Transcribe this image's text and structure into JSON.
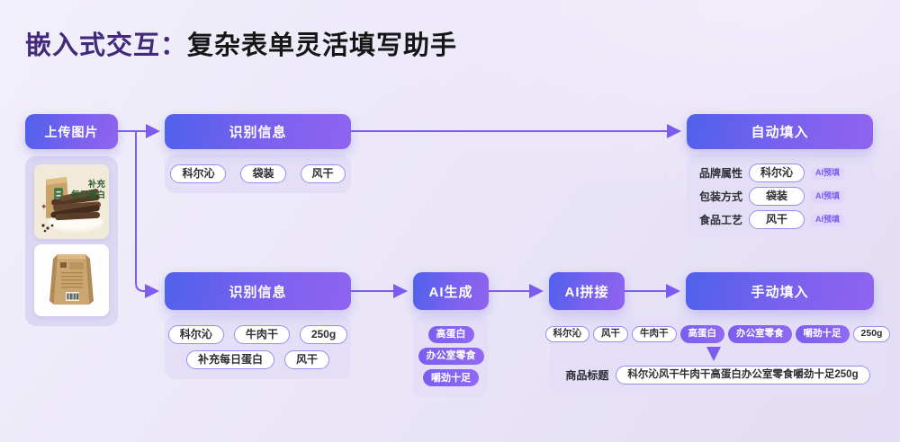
{
  "title": {
    "highlight": "嵌入式交互：",
    "rest": "复杂表单灵活填写助手"
  },
  "upload_button": {
    "label": "上传图片"
  },
  "product_photos": {
    "photo1_caption_line1": "补充",
    "photo1_caption_line2": "每日蛋白"
  },
  "flow_top": {
    "recognize_label": "识别信息",
    "tags": [
      "科尔沁",
      "袋装",
      "风干"
    ],
    "autofill_label": "自动填入",
    "fields": [
      {
        "label": "品牌属性",
        "value": "科尔沁",
        "badge": "AI预填"
      },
      {
        "label": "包装方式",
        "value": "袋装",
        "badge": "AI预填"
      },
      {
        "label": "食品工艺",
        "value": "风干",
        "badge": "AI预填"
      }
    ]
  },
  "flow_bottom": {
    "recognize_label": "识别信息",
    "tags_row1": [
      "科尔沁",
      "牛肉干",
      "250g"
    ],
    "tags_row2": [
      "补充每日蛋白",
      "风干"
    ],
    "generate_label": "AI生成",
    "generated_tags": [
      "高蛋白",
      "办公室零食",
      "嚼劲十足"
    ],
    "splice_label": "AI拼接",
    "manual_label": "手动填入",
    "merged_tags": [
      "科尔沁",
      "风干",
      "牛肉干",
      "高蛋白",
      "办公室零食",
      "嚼劲十足",
      "250g"
    ],
    "result_label": "商品标题",
    "result_value": "科尔沁风干牛肉干高蛋白办公室零食嚼劲十足250g"
  },
  "colors": {
    "button_gradient_start": "#4e61ec",
    "button_gradient_end": "#8f64ef",
    "arrow": "#7c5cf0",
    "chip_border": "#9c8cf1",
    "filled_chip_start": "#7a5ef0",
    "filled_chip_end": "#9169f2",
    "badge_bg": "#ded6fb",
    "badge_text": "#7a5af0",
    "title_highlight": "#43297a",
    "panel_bg": "#e4dff6"
  }
}
